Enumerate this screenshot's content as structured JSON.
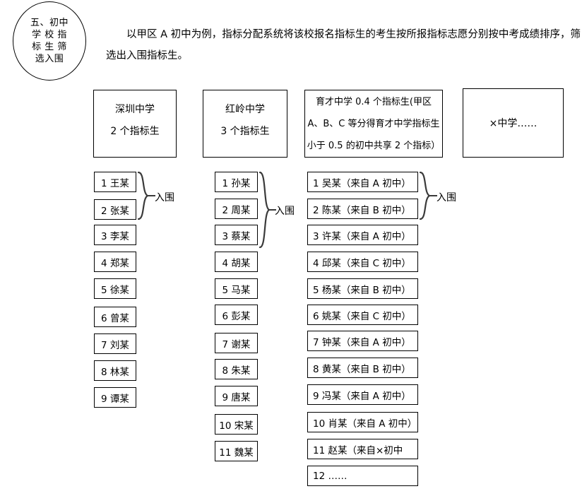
{
  "title_oval": {
    "text": "五、初中\n学 校 指\n标 生 筛\n选入围"
  },
  "intro": {
    "paragraph": "以甲区 A 初中为例，指标分配系统将该校报名指标生的考生按所报指标志愿分别按中考成绩排序，筛选出入围指标生。"
  },
  "school_boxes": [
    {
      "name": "深圳中学",
      "quota": "2 个指标生"
    },
    {
      "name": "红岭中学",
      "quota": "3 个指标生"
    },
    {
      "name": "育才中学 0.4 个指标生(甲区 A、B、C 等分得育才中学指标生小于 0.5 的初中共享 2 个指标）",
      "quota": ""
    },
    {
      "name": "×中学……",
      "quota": ""
    }
  ],
  "columns": [
    {
      "key": "shenzhen",
      "students": [
        "1 王某",
        "2 张某",
        "3 李某",
        "4 郑某",
        "5 徐某",
        "6 曾某",
        "7 刘某",
        "8 林某",
        "9 谭某"
      ],
      "brace_label": "入围",
      "brace_covers": 2
    },
    {
      "key": "hongling",
      "students": [
        "1 孙某",
        "2 周某",
        "3 蔡某",
        "4 胡某",
        "5 马某",
        "6 彭某",
        "7 谢某",
        "8 朱某",
        "9 唐某",
        "10 宋某",
        "11 魏某"
      ],
      "brace_label": "入围",
      "brace_covers": 3
    },
    {
      "key": "yucai",
      "students": [
        "1 吴某（来自 A 初中）",
        "2 陈某（来自 B 初中）",
        "3 许某（来自 A 初中）",
        "4 邱某（来自 C 初中）",
        "5 杨某（来自 B 初中）",
        "6 姚某（来自 C 初中）",
        "7 钟某（来自 A 初中）",
        "8 黄某（来自 B 初中）",
        "9 冯某（来自 A 初中）",
        "10 肖某（来自 A 初中）",
        "11 赵某（来自×初中",
        "12 ……"
      ],
      "brace_label": "入围",
      "brace_covers": 2
    }
  ]
}
